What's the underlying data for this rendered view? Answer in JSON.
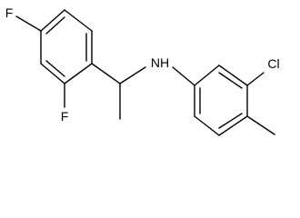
{
  "molecule": {
    "atoms": {
      "fluorine_top": "F",
      "fluorine_bottom": "F",
      "nitrogen": "NH",
      "chlorine": "Cl"
    },
    "colors": {
      "bond": "#000000",
      "label": "#000000",
      "background": "#ffffff"
    }
  }
}
